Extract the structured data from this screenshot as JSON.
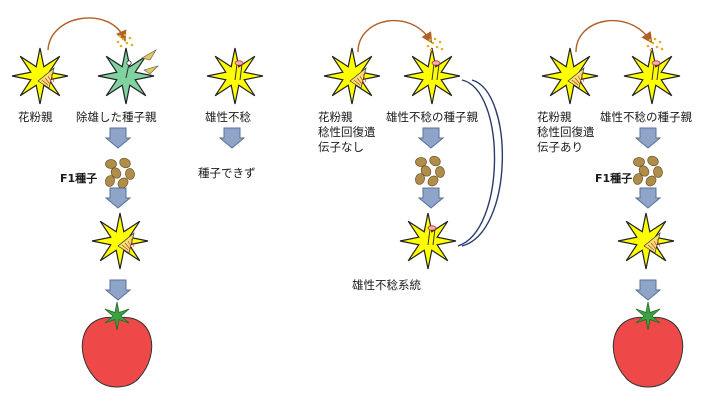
{
  "colors": {
    "flower_yellow": "#ffff00",
    "flower_green": "#7fd3a0",
    "arrow_fill": "#8ea4c8",
    "arrow_stroke": "#5a6f96",
    "seed": "#b08d4a",
    "curve_brown": "#b0602a",
    "curve_navy": "#2a3a6a",
    "tomato": "#ee4848",
    "leaf": "#3ea043"
  },
  "labels": {
    "a_pollen_parent": "花粉親",
    "a_emasculated_seed_parent": "除雄した種子親",
    "a_f1_seed": "F1種子",
    "b_male_sterile": "雄性不稔",
    "b_no_seed": "種子できず",
    "c_pollen_parent": "花粉親",
    "c_restorer": "稔性回復遺",
    "c_gene_absent": "伝子なし",
    "c_male_sterile_seed_parent": "雄性不稔の種子親",
    "c_male_sterile_line": "雄性不稔系統",
    "d_pollen_parent": "花粉親",
    "d_restorer": "稔性回復遺",
    "d_gene_present": "伝子あり",
    "d_male_sterile_seed_parent": "雄性不稔の種子親",
    "d_f1_seed": "F1種子"
  }
}
